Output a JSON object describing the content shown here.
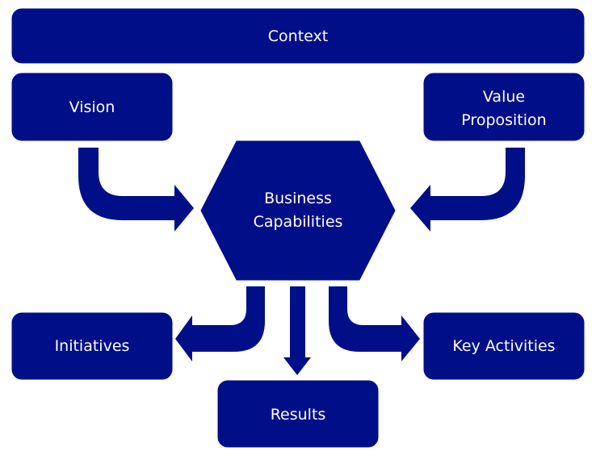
{
  "colors": {
    "box_fill": "#000F88",
    "box_stroke": "#000F88",
    "text": "#FFFFFF",
    "background": "#FFFFFF"
  },
  "nodes": {
    "context": {
      "label": "Context"
    },
    "vision": {
      "label": "Vision"
    },
    "value_proposition": {
      "label_line1": "Value",
      "label_line2": "Proposition"
    },
    "business_capabilities": {
      "label_line1": "Business",
      "label_line2": "Capabilities"
    },
    "initiatives": {
      "label": "Initiatives"
    },
    "results": {
      "label": "Results"
    },
    "key_activities": {
      "label": "Key Activities"
    }
  },
  "edges": [
    {
      "from": "vision",
      "to": "business_capabilities"
    },
    {
      "from": "value_proposition",
      "to": "business_capabilities"
    },
    {
      "from": "business_capabilities",
      "to": "initiatives"
    },
    {
      "from": "business_capabilities",
      "to": "results"
    },
    {
      "from": "business_capabilities",
      "to": "key_activities"
    }
  ]
}
